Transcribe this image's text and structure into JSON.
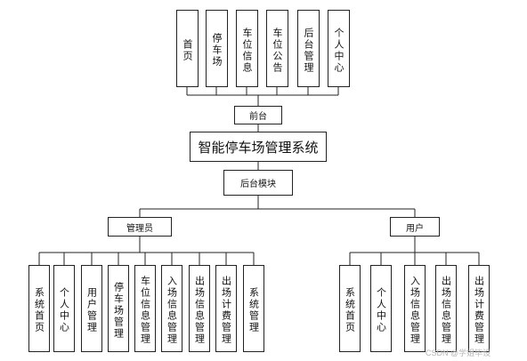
{
  "diagram": {
    "frontend_pages": [
      "首页",
      "停车场",
      "车位信息",
      "车位公告",
      "后台管理",
      "个人中心"
    ],
    "frontend_label": "前台",
    "system_title": "智能停车场管理系统",
    "backend_label": "后台模块",
    "admin_label": "管理员",
    "user_label": "用户",
    "admin_functions": [
      "系统首页",
      "个人中心",
      "用户管理",
      "停车场管理",
      "车位信息管理",
      "入场信息管理",
      "出场信息管理",
      "出场计费管理",
      "系统管理"
    ],
    "user_functions": [
      "系统首页",
      "个人中心",
      "入场信息管理",
      "出场信息管理",
      "出场计费管理"
    ]
  },
  "watermark": "CSDN @学姐毕设"
}
